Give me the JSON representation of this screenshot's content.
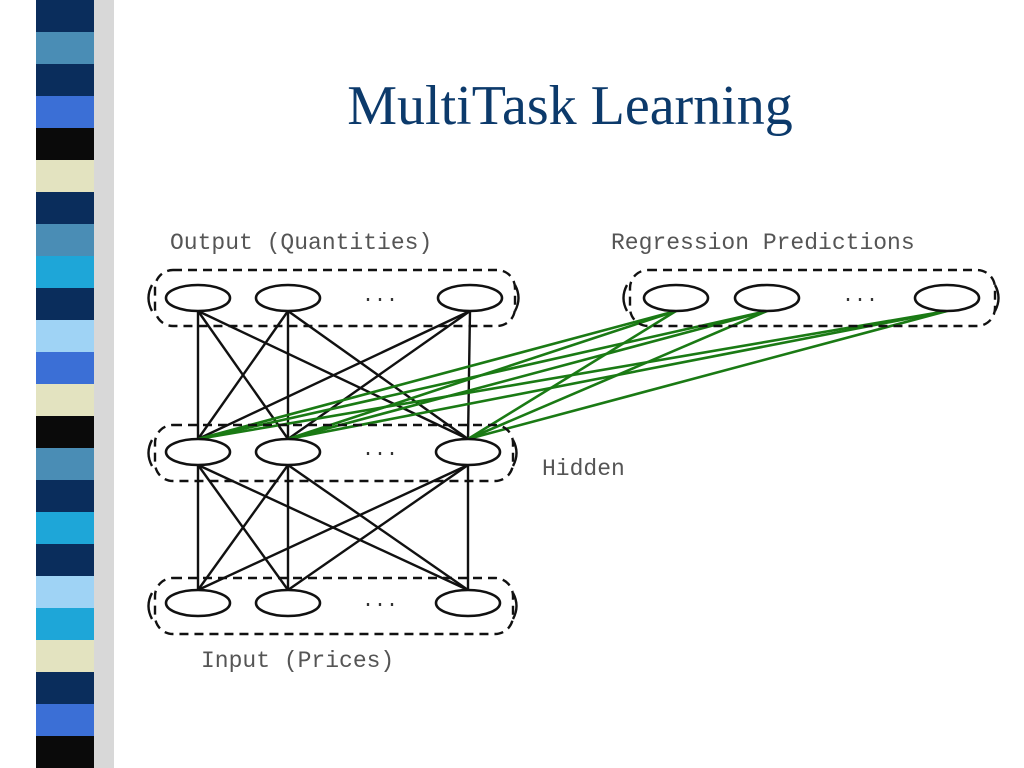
{
  "slide": {
    "title": "MultiTask Learning"
  },
  "diagram": {
    "output_label": "Output (Quantities)",
    "regression_label": "Regression Predictions",
    "hidden_label": "Hidden",
    "input_label": "Input (Prices)",
    "ellipsis": "..."
  },
  "colors": {
    "title": "#0c3a6b",
    "shared_edges": "#111111",
    "regression_edges": "#1a7a14",
    "sidebar": [
      "#0a2d5c",
      "#4a8db5",
      "#0a2d5c",
      "#3b6fd6",
      "#0a0a0a",
      "#e3e3c0",
      "#0a2d5c",
      "#4a8db5",
      "#1ea6d8",
      "#0a2d5c",
      "#9fd3f5",
      "#3b6fd6",
      "#e3e3c0",
      "#0a0a0a",
      "#4a8db5",
      "#0a2d5c",
      "#1ea6d8",
      "#0a2d5c",
      "#9fd3f5",
      "#1ea6d8",
      "#e3e3c0",
      "#0a2d5c",
      "#3b6fd6",
      "#0a0a0a"
    ]
  }
}
